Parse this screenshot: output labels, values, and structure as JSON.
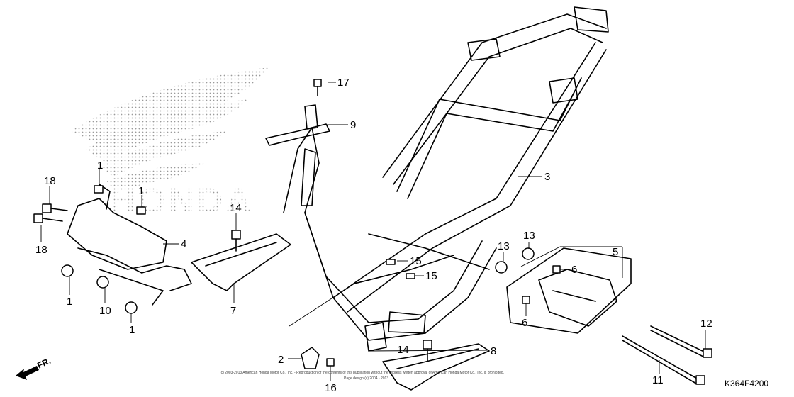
{
  "diagram": {
    "callouts": {
      "c1a": "1",
      "c1b": "1",
      "c1c": "1",
      "c1d": "1",
      "c2": "2",
      "c3": "3",
      "c4": "4",
      "c5": "5",
      "c6a": "6",
      "c6b": "6",
      "c7": "7",
      "c8": "8",
      "c9": "9",
      "c10": "10",
      "c11": "11",
      "c12": "12",
      "c13a": "13",
      "c13b": "13",
      "c14a": "14",
      "c14b": "14",
      "c15a": "15",
      "c15b": "15",
      "c16": "16",
      "c17": "17",
      "c18a": "18",
      "c18b": "18"
    },
    "direction_label": "FR.",
    "watermark_text": "HONDA",
    "diagram_code": "K364F4200",
    "copyright_line1": "(c) 2003-2013 American Honda Motor Co., Inc. - Reproduction of the contents of this publication without the express written approval of American Honda Motor Co., Inc. is prohibited.",
    "copyright_line2": "Page design (c) 2004 - 2013"
  }
}
